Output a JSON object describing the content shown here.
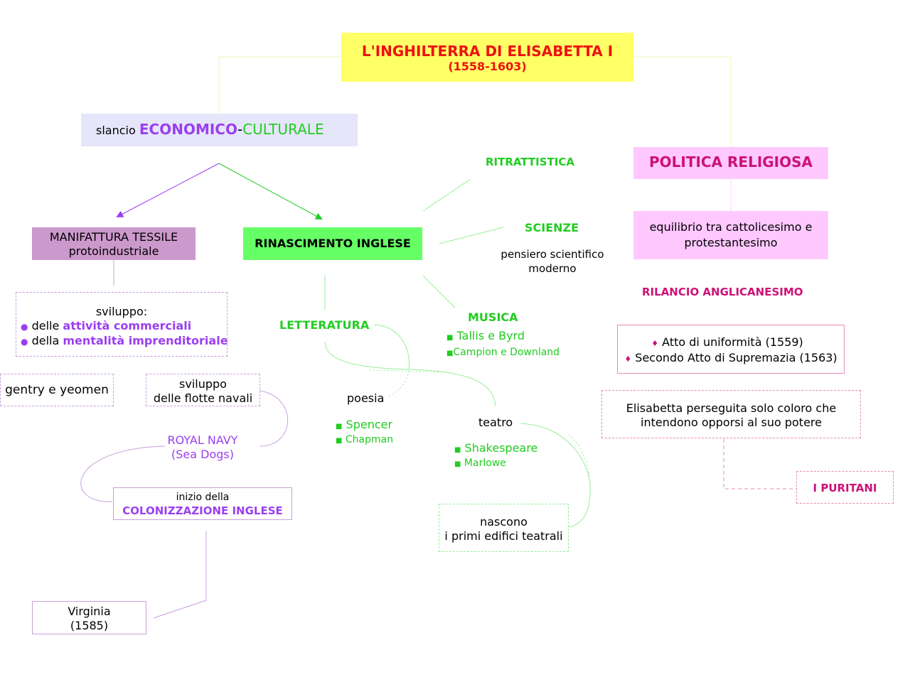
{
  "title": {
    "main": "L'INGHILTERRA DI ELISABETTA I",
    "dates": "(1558-1603)"
  },
  "slancio": {
    "prefix": "slancio",
    "economico": "ECONOMICO",
    "dash": "-",
    "culturale": "CULTURALE"
  },
  "politica": {
    "title": "POLITICA RELIGIOSA",
    "equilibrio": [
      "equilibrio tra cattolicesimo e",
      "protestantesimo"
    ]
  },
  "rilancio": "RILANCIO ANGLICANESIMO",
  "atti": [
    "Atto di uniformità (1559)",
    "Secondo Atto di Supremazia (1563)"
  ],
  "perseguita": [
    "Elisabetta perseguita solo coloro che",
    "intendono opporsi al suo potere"
  ],
  "puritani": "I PURITANI",
  "manifattura": [
    "MANIFATTURA TESSILE",
    "protoindustriale"
  ],
  "rinascimento": "RINASCIMENTO INGLESE",
  "sviluppo": {
    "title": "sviluppo:",
    "line1_prefix": "delle",
    "line1_em": "attività commerciali",
    "line2_prefix": "della",
    "line2_em": "mentalità imprenditoriale"
  },
  "gentry": "gentry e yeomen",
  "flotte": [
    "sviluppo",
    "delle flotte navali"
  ],
  "royal_navy": [
    "ROYAL NAVY",
    "(Sea Dogs)"
  ],
  "colonizzazione": {
    "pre": "inizio della",
    "main": "COLONIZZAZIONE INGLESE"
  },
  "virginia": [
    "Virginia",
    "(1585)"
  ],
  "ritrattistica": "RITRATTISTICA",
  "scienze": {
    "title": "SCIENZE",
    "desc": [
      "pensiero scientifico",
      "moderno"
    ]
  },
  "musica": {
    "title": "MUSICA",
    "items": [
      "Tallis e Byrd",
      "Campion e Downland"
    ]
  },
  "letteratura": "LETTERATURA",
  "poesia": {
    "title": "poesia",
    "items": [
      "Spencer",
      "Chapman"
    ]
  },
  "teatro": {
    "title": "teatro",
    "items": [
      "Shakespeare",
      "Marlowe"
    ]
  },
  "edifici": [
    "nascono",
    "i primi edifici teatrali"
  ],
  "colors": {
    "title_bg": "#ffff66",
    "title_text": "#ee1111",
    "slancio_bg": "#e6e6fa",
    "politica_bg": "#ffc8ff",
    "manifattura_bg": "#cc99cc",
    "rinascimento_bg": "#66ff66",
    "green": "#22cc22",
    "violet": "#9a3ff0",
    "magenta": "#cc1177"
  },
  "icons": {
    "bullet_dot": "violet-dot",
    "bullet_square": "green-square",
    "bullet_diamond": "magenta-diamond"
  }
}
